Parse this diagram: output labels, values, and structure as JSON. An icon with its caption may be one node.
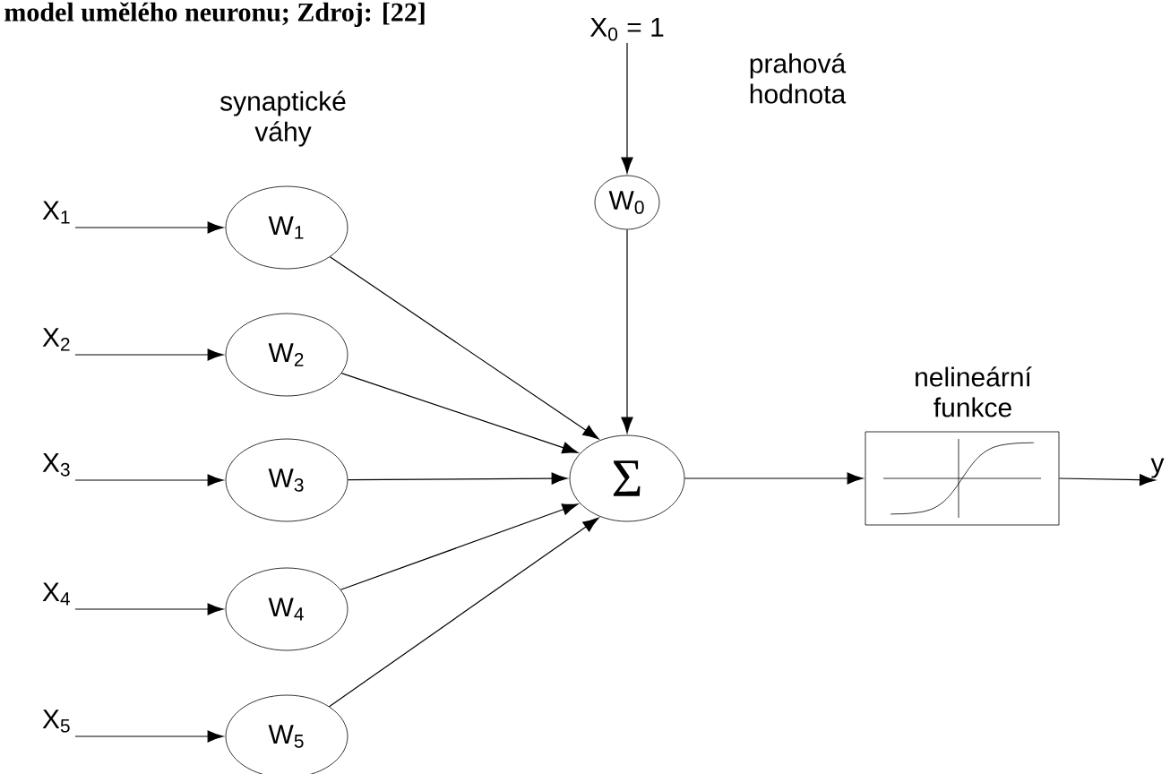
{
  "diagram": {
    "title": "model umělého neuronu; Zdroj: [22]",
    "nodes": [
      {
        "text": [
          "X$_{0}$ = 1"
        ]
      },
      {
        "text": [
          "W$_{0}$"
        ]
      },
      {
        "text": [
          "X$_{1}$"
        ]
      },
      {
        "text": [
          "X$_{2}$"
        ]
      },
      {
        "text": [
          "X$_{3}$"
        ]
      },
      {
        "text": [
          "X$_{4}$"
        ]
      },
      {
        "text": [
          "X$_{5}$"
        ]
      },
      {
        "text": [
          "W$_{1}$"
        ]
      },
      {
        "text": [
          "W$_{2}$"
        ]
      },
      {
        "text": [
          "W$_{3}$"
        ]
      },
      {
        "text": [
          "W$_{4}$"
        ]
      },
      {
        "text": [
          "W$_{5}$"
        ]
      },
      {
        "text": [
          "Σ"
        ]
      },
      {
        "text": [
          "nelineární funkce"
        ]
      },
      {
        "text": [
          "y"
        ]
      }
    ],
    "edges": [
      {
        "from": 0,
        "to": 1,
        "arrow": "to"
      },
      {
        "from": 2,
        "to": 7,
        "arrow": "to"
      },
      {
        "from": 3,
        "to": 8,
        "arrow": "to"
      },
      {
        "from": 4,
        "to": 9,
        "arrow": "to"
      },
      {
        "from": 5,
        "to": 10,
        "arrow": "to"
      },
      {
        "from": 6,
        "to": 11,
        "arrow": "to"
      },
      {
        "from": 1,
        "to": 12,
        "arrow": "to"
      },
      {
        "from": 7,
        "to": 12,
        "arrow": "to"
      },
      {
        "from": 8,
        "to": 12,
        "arrow": "to"
      },
      {
        "from": 9,
        "to": 12,
        "arrow": "to"
      },
      {
        "from": 10,
        "to": 12,
        "arrow": "to"
      },
      {
        "from": 11,
        "to": 12,
        "arrow": "to"
      },
      {
        "from": 12,
        "to": 13,
        "arrow": "to"
      },
      {
        "from": 13,
        "to": 14,
        "arrow": "to"
      }
    ],
    "labels": [
      "synaptické váhy",
      "prahová hodnota"
    ]
  }
}
